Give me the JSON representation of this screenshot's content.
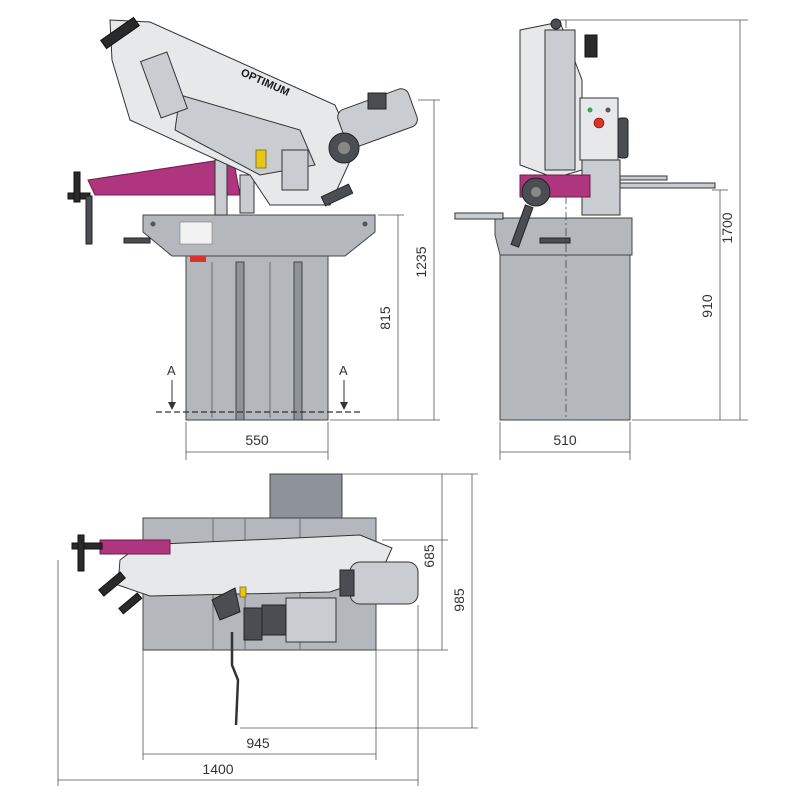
{
  "brand": "OPTIMUM",
  "section_marker": "A",
  "dimensions": {
    "front_base_width": "550",
    "front_base_height": "815",
    "front_total_height": "1235",
    "side_base_width": "510",
    "side_base_height": "910",
    "side_total_height": "1700",
    "top_head_depth": "685",
    "top_total_depth": "985",
    "top_base_width": "945",
    "top_total_width": "1400"
  },
  "colors": {
    "accent": "#b0357f",
    "base_gray": "#b4b8bc",
    "metal": "#e6e8ea",
    "dark": "#4a4e53",
    "warning": "#e8c51a",
    "stop_button": "#d9342b",
    "start_button": "#3aa74a"
  }
}
